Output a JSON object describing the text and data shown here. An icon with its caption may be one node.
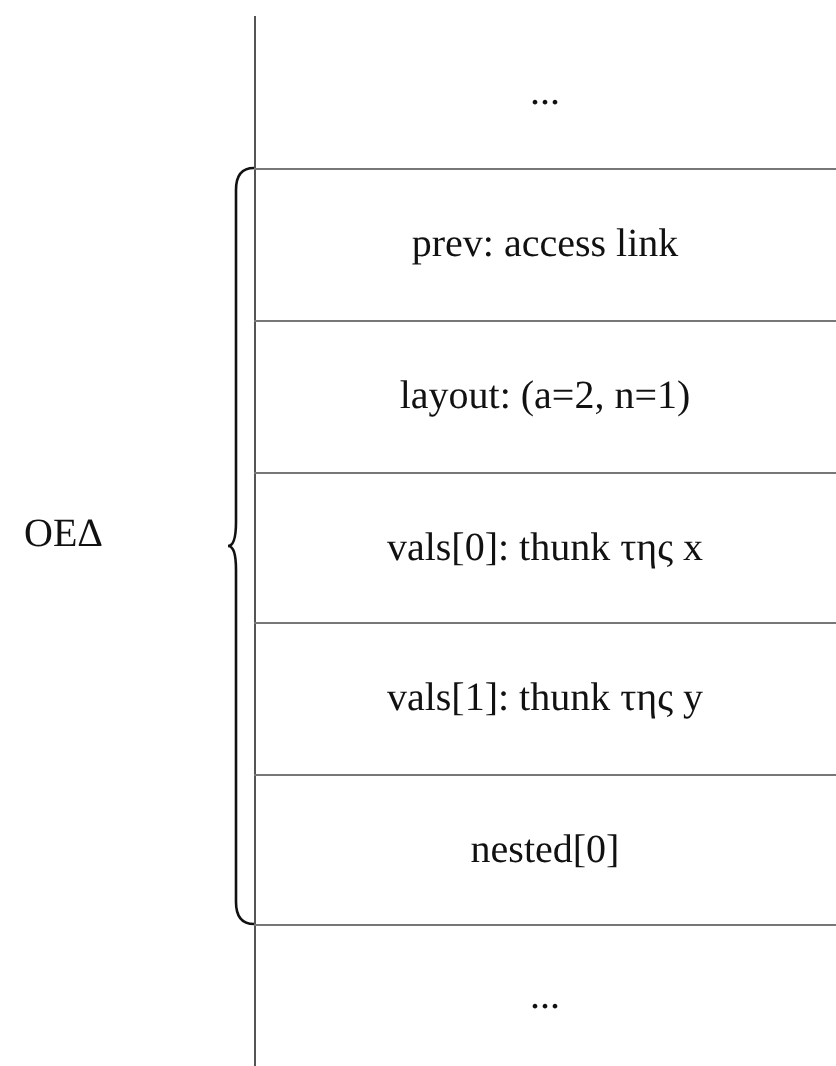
{
  "diagram": {
    "nodes": [
      {
        "text": [
          "..."
        ]
      },
      {
        "text": [
          "prev: access link"
        ]
      },
      {
        "text": [
          "layout: (a=2, n=1)"
        ]
      },
      {
        "text": [
          "vals[0]: thunk της x"
        ]
      },
      {
        "text": [
          "vals[1]: thunk της y"
        ]
      },
      {
        "text": [
          "nested[0]"
        ]
      },
      {
        "text": [
          "..."
        ]
      }
    ],
    "labels": [
      "OEΔ"
    ]
  }
}
